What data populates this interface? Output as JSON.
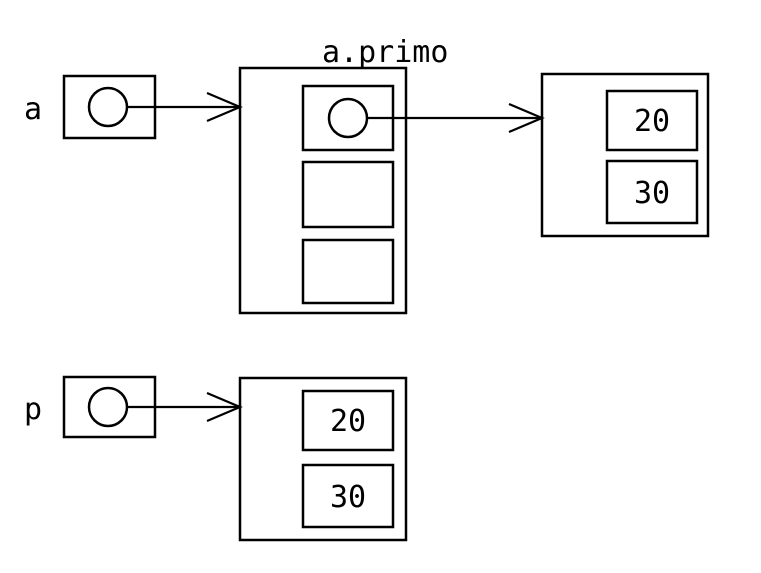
{
  "diagram": {
    "title": "a.primo",
    "background_color": "#ffffff",
    "stroke_color": "#000000",
    "variables": [
      {
        "name": "a",
        "label": "a",
        "points_to": "node-a"
      },
      {
        "name": "p",
        "label": "p",
        "points_to": "node-p"
      }
    ],
    "nodes": [
      {
        "id": "node-a",
        "label": "a.primo",
        "cells": [
          {
            "kind": "pointer",
            "value": "",
            "points_to": "node-array-top"
          },
          {
            "kind": "empty",
            "value": ""
          },
          {
            "kind": "empty",
            "value": ""
          }
        ]
      },
      {
        "id": "node-array-top",
        "label": "",
        "cells": [
          {
            "kind": "value",
            "value": "20"
          },
          {
            "kind": "value",
            "value": "30"
          }
        ]
      },
      {
        "id": "node-p",
        "label": "",
        "cells": [
          {
            "kind": "value",
            "value": "20"
          },
          {
            "kind": "value",
            "value": "30"
          }
        ]
      }
    ],
    "arrows": [
      {
        "from": "var-a-pointer",
        "to": "node-a"
      },
      {
        "from": "node-a-cell-0-pointer",
        "to": "node-array-top"
      },
      {
        "from": "var-p-pointer",
        "to": "node-p"
      }
    ]
  }
}
